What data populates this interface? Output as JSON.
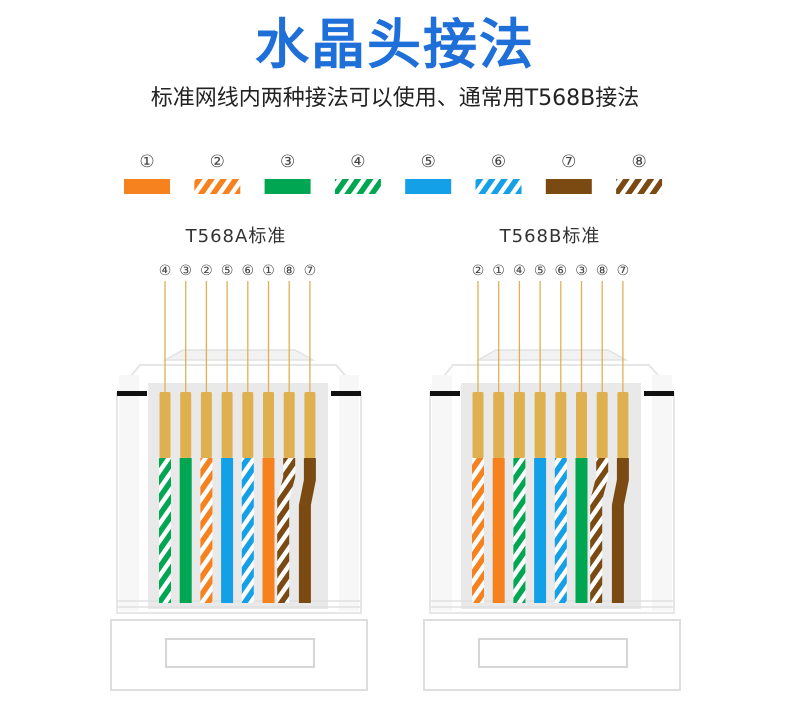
{
  "header": {
    "title": "水晶头接法",
    "subtitle": "标准网线内两种接法可以使用、通常用T568B接法"
  },
  "colors": {
    "1": "#f5821f",
    "2": "#f5821f",
    "3": "#00a651",
    "4": "#00a651",
    "5": "#13a0e6",
    "6": "#13a0e6",
    "7": "#7b4a12",
    "8": "#7b4a12",
    "title": "#1f6fd8",
    "gold": "#dfb04f"
  },
  "legend": {
    "items": [
      {
        "num": "①",
        "wire": 1,
        "striped": false
      },
      {
        "num": "②",
        "wire": 2,
        "striped": true
      },
      {
        "num": "③",
        "wire": 3,
        "striped": false
      },
      {
        "num": "④",
        "wire": 4,
        "striped": true
      },
      {
        "num": "⑤",
        "wire": 5,
        "striped": false
      },
      {
        "num": "⑥",
        "wire": 6,
        "striped": true
      },
      {
        "num": "⑦",
        "wire": 7,
        "striped": false
      },
      {
        "num": "⑧",
        "wire": 8,
        "striped": true
      }
    ]
  },
  "standards": [
    {
      "label": "T568A标准",
      "pins": [
        {
          "num": "④",
          "wire": 4,
          "striped": true
        },
        {
          "num": "③",
          "wire": 3,
          "striped": false
        },
        {
          "num": "②",
          "wire": 2,
          "striped": true
        },
        {
          "num": "⑤",
          "wire": 5,
          "striped": false
        },
        {
          "num": "⑥",
          "wire": 6,
          "striped": true
        },
        {
          "num": "①",
          "wire": 1,
          "striped": false
        },
        {
          "num": "⑧",
          "wire": 8,
          "striped": true
        },
        {
          "num": "⑦",
          "wire": 7,
          "striped": false
        }
      ]
    },
    {
      "label": "T568B标准",
      "pins": [
        {
          "num": "②",
          "wire": 2,
          "striped": true
        },
        {
          "num": "①",
          "wire": 1,
          "striped": false
        },
        {
          "num": "④",
          "wire": 4,
          "striped": true
        },
        {
          "num": "⑤",
          "wire": 5,
          "striped": false
        },
        {
          "num": "⑥",
          "wire": 6,
          "striped": true
        },
        {
          "num": "③",
          "wire": 3,
          "striped": false
        },
        {
          "num": "⑧",
          "wire": 8,
          "striped": true
        },
        {
          "num": "⑦",
          "wire": 7,
          "striped": false
        }
      ]
    }
  ]
}
